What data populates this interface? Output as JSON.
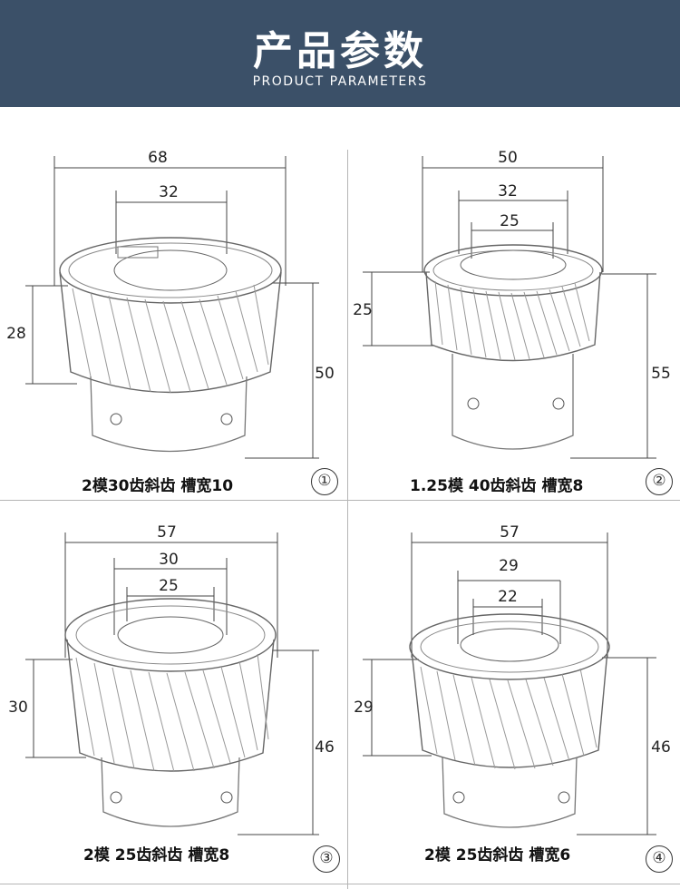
{
  "header": {
    "title": "产品参数",
    "subtitle": "PRODUCT PARAMETERS",
    "background_color": "#3b5068"
  },
  "products": [
    {
      "index_label": "①",
      "caption": "2模30齿斜齿 槽宽10",
      "dimensions": {
        "outer_diameter": "68",
        "bore_top": "32",
        "gear_width": "28",
        "total_height": "50"
      }
    },
    {
      "index_label": "②",
      "caption": "1.25模 40齿斜齿 槽宽8",
      "dimensions": {
        "outer_diameter": "50",
        "bore_top": "32",
        "bore_inner": "25",
        "gear_width": "25",
        "total_height": "55"
      }
    },
    {
      "index_label": "③",
      "caption": "2模 25齿斜齿 槽宽8",
      "dimensions": {
        "outer_diameter": "57",
        "bore_top": "30",
        "bore_inner": "25",
        "gear_width": "30",
        "total_height": "46"
      }
    },
    {
      "index_label": "④",
      "caption": "2模 25齿斜齿 槽宽6",
      "dimensions": {
        "outer_diameter": "57",
        "bore_top": "29",
        "bore_inner": "22",
        "gear_width": "29",
        "total_height": "46"
      }
    }
  ]
}
